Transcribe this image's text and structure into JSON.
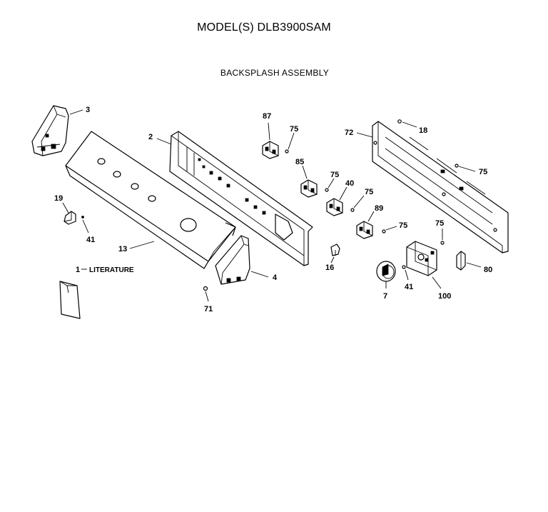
{
  "header": {
    "title": "MODEL(S) DLB3900SAM",
    "subtitle": "BACKSPLASH ASSEMBLY"
  },
  "callouts": {
    "c3": "3",
    "c2": "2",
    "c19": "19",
    "c41a": "41",
    "c13": "13",
    "c1": "1",
    "c_literature": "LITERATURE",
    "c4": "4",
    "c71": "71",
    "c87": "87",
    "c75a": "75",
    "c85": "85",
    "c75b": "75",
    "c40": "40",
    "c75c": "75",
    "c89": "89",
    "c75d": "75",
    "c16": "16",
    "c72": "72",
    "c18": "18",
    "c75e": "75",
    "c75f": "75",
    "c7": "7",
    "c41b": "41",
    "c100": "100",
    "c80": "80"
  }
}
